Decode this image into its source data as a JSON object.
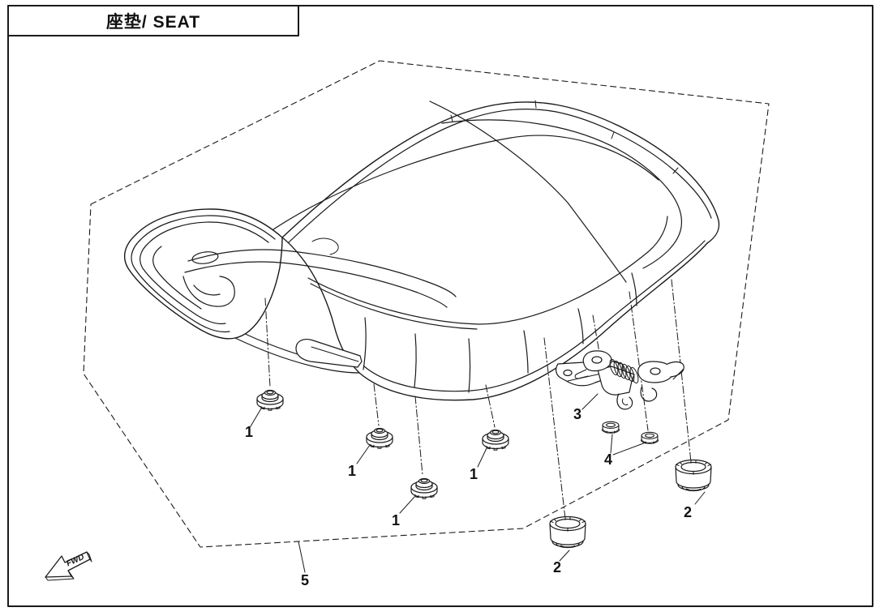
{
  "document": {
    "title": "座垫/ SEAT",
    "ink_color": "#1a1a1a",
    "paper_color": "#ffffff"
  },
  "fwd_marker": {
    "label": "FWD"
  },
  "callouts": [
    {
      "text": "1"
    },
    {
      "text": "1"
    },
    {
      "text": "1"
    },
    {
      "text": "1"
    },
    {
      "text": "2"
    },
    {
      "text": "2"
    },
    {
      "text": "3"
    },
    {
      "text": "4"
    },
    {
      "text": "5"
    }
  ]
}
